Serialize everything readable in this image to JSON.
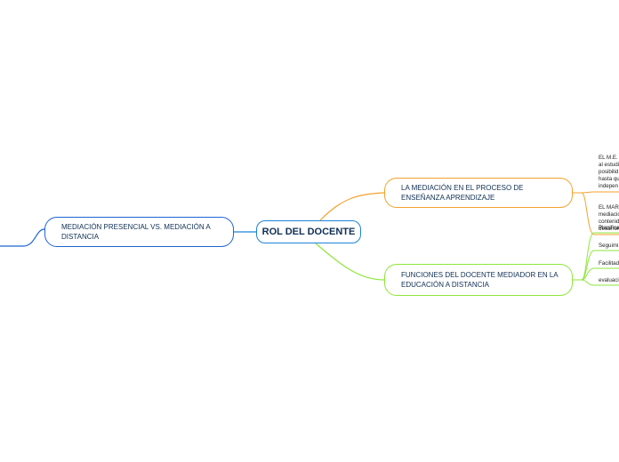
{
  "root": {
    "label": "ROL DEL DOCENTE"
  },
  "left_branch": {
    "label": "MEDIACIÓN PRESENCIAL VS. MEDIACIÓN A DISTANCIA"
  },
  "right_branches": [
    {
      "label": "LA MEDIACIÓN EN EL PROCESO DE ENSEÑANZA APRENDIZAJE",
      "color": "#f4a12f",
      "children": [
        "EL M.E. d\nal estudi\nposibilid\nhasta qu\nindepen",
        "EL MARC\nmediació\ncontenid\ndesarrol"
      ]
    },
    {
      "label": "FUNCIONES DEL DOCENTE MEDIADOR EN LA EDUCACIÓN A DISTANCIA",
      "color": "#8ee63b",
      "children": [
        "Planifica",
        "Seguimi",
        "Facilitad",
        "evaluaci"
      ]
    }
  ],
  "colors": {
    "root": "#1e82d6",
    "left": "#1e64d6",
    "orange": "#f4a12f",
    "green": "#8ee63b"
  }
}
